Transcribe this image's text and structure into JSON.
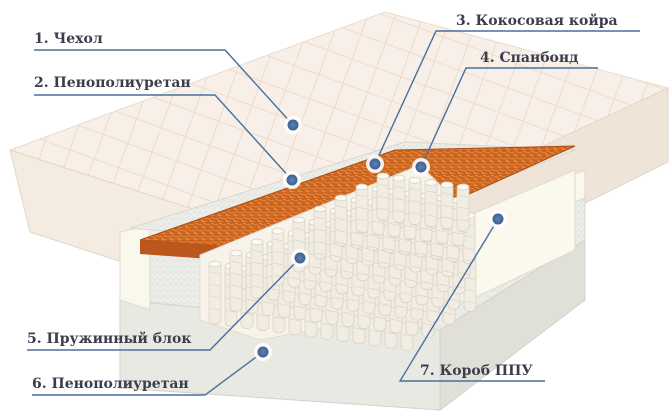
{
  "diagram": {
    "labels": [
      {
        "id": "cover",
        "text": "1. Чехол"
      },
      {
        "id": "foam-top",
        "text": "2. Пенополиуретан"
      },
      {
        "id": "coir",
        "text": "3. Кокосовая койра"
      },
      {
        "id": "spunbond",
        "text": "4. Спанбонд"
      },
      {
        "id": "spring-block",
        "text": "5. Пружинный блок"
      },
      {
        "id": "foam-bottom",
        "text": "6. Пенополиуретан"
      },
      {
        "id": "foam-box",
        "text": "7. Короб ППУ"
      }
    ],
    "colors": {
      "leader": "#4a6f9c",
      "marker_fill": "#4f74a6",
      "label_text": "#3a3e4c",
      "quilt": "#f7efe6",
      "coir": "#c8611e",
      "spring": "#f2ede3"
    }
  }
}
